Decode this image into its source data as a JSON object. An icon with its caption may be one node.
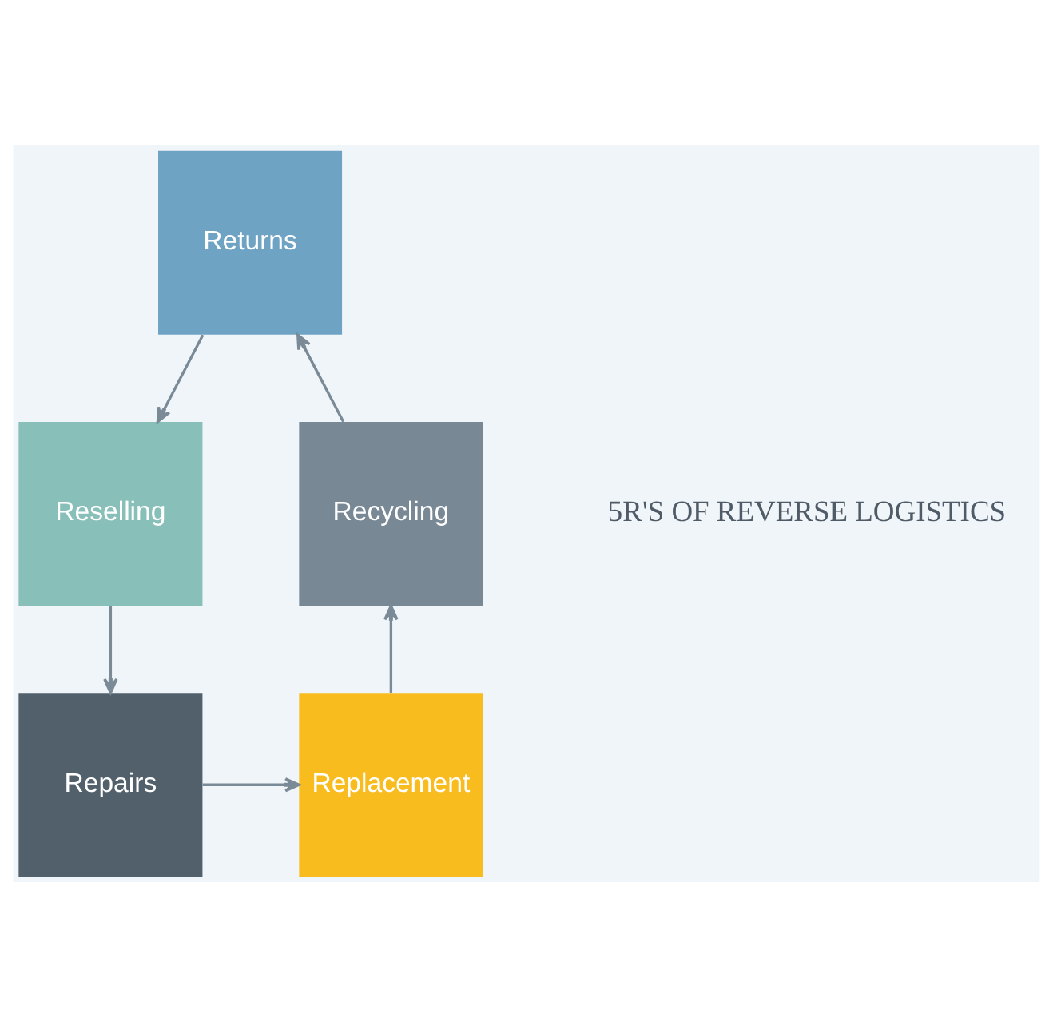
{
  "diagram": {
    "nodes": [
      {
        "text": [
          "Returns"
        ]
      },
      {
        "text": [
          "Reselling"
        ]
      },
      {
        "text": [
          "Repairs"
        ]
      },
      {
        "text": [
          "Replacement"
        ]
      },
      {
        "text": [
          "Recycling"
        ]
      }
    ],
    "edges": [
      {
        "from": 0,
        "to": 1,
        "arrow": "to"
      },
      {
        "from": 1,
        "to": 2,
        "arrow": "to"
      },
      {
        "from": 2,
        "to": 3,
        "arrow": "to"
      },
      {
        "from": 3,
        "to": 4,
        "arrow": "to"
      },
      {
        "from": 4,
        "to": 0,
        "arrow": "to"
      }
    ],
    "labels": [
      "5R'S OF REVERSE LOGISTICS"
    ]
  }
}
